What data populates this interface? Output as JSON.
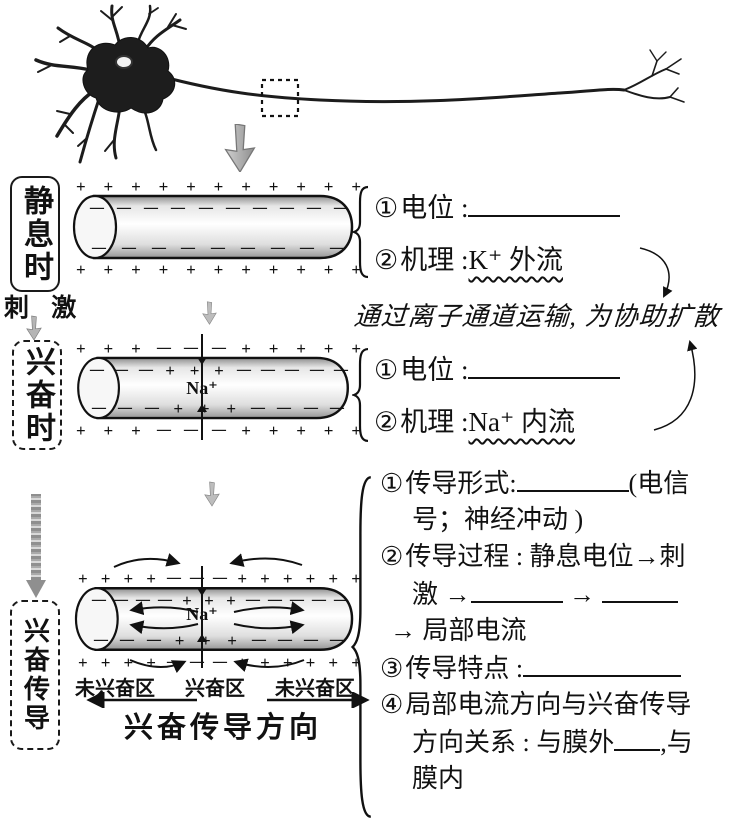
{
  "palette": {
    "ink": "#111111",
    "grey_arrow": "#b3b3b3",
    "shade": "#9a9a9a"
  },
  "resting": {
    "label": "静息时",
    "item1_num": "①",
    "item1_label": "电位 :",
    "item2_num": "②",
    "item2_label": "机理 :",
    "item2_answer": "K⁺ 外流"
  },
  "stimulus_label": "刺 激",
  "note_text": "通过离子通道运输, 为协助扩散",
  "excited": {
    "label": "兴奋时",
    "ion": "Na⁺",
    "item1_num": "①",
    "item1_label": "电位 :",
    "item2_num": "②",
    "item2_label": "机理 :",
    "item2_answer": "Na⁺ 内流"
  },
  "conduction": {
    "label": "兴奋传导",
    "ion": "Na⁺",
    "zones": [
      "未兴奋区",
      "兴奋区",
      "未兴奋区"
    ],
    "direction_label": "兴奋传导方向",
    "lines": [
      {
        "ind": 0,
        "num": "①",
        "segs": [
          {
            "t": "传导形式:"
          },
          {
            "b": 112
          },
          {
            "t": "(电信"
          }
        ]
      },
      {
        "ind": 2,
        "segs": [
          {
            "t": "号；神经冲动 )"
          }
        ]
      },
      {
        "ind": 0,
        "num": "②",
        "segs": [
          {
            "t": "传导过程 : 静息电位→刺"
          }
        ]
      },
      {
        "ind": 2,
        "segs": [
          {
            "t": "激 →"
          },
          {
            "b": 92
          },
          {
            "t": " → "
          },
          {
            "b": 76
          }
        ]
      },
      {
        "ind": 1,
        "segs": [
          {
            "t": "→ 局部电流"
          }
        ]
      },
      {
        "ind": 0,
        "num": "③",
        "segs": [
          {
            "t": "传导特点 :"
          },
          {
            "b": 158
          }
        ]
      },
      {
        "ind": 0,
        "num": "④",
        "segs": [
          {
            "t": "局部电流方向与兴奋传导"
          }
        ]
      },
      {
        "ind": 2,
        "segs": [
          {
            "t": "方向关系 : 与膜外"
          },
          {
            "b": 46
          },
          {
            "t": ",与"
          }
        ]
      },
      {
        "ind": 2,
        "segs": [
          {
            "t": "膜内"
          }
        ]
      }
    ]
  },
  "charges": {
    "rest_top_out": [
      "+",
      "+",
      "+",
      "+",
      "+",
      "+",
      "+",
      "+",
      "+",
      "+",
      "+"
    ],
    "rest_top_in": [
      "−",
      "−",
      "−",
      "−",
      "−",
      "−",
      "−",
      "−",
      "−",
      "−"
    ],
    "rest_bottom_in": [
      "−",
      "−",
      "−",
      "−",
      "−",
      "−",
      "−",
      "−",
      "−"
    ],
    "rest_bottom_out": [
      "+",
      "+",
      "+",
      "+",
      "+",
      "+",
      "+",
      "+",
      "+",
      "+",
      "+"
    ],
    "exc_top_out": [
      "+",
      "+",
      "+",
      "−",
      "−",
      "−",
      "+",
      "+",
      "+",
      "+",
      "+"
    ],
    "exc_top_in": [
      "−",
      "−",
      "−",
      "+",
      "+",
      "+",
      "−",
      "−",
      "−",
      "−",
      "−"
    ],
    "exc_bottom_in": [
      "−",
      "−",
      "−",
      "+",
      "+",
      "+",
      "−",
      "−",
      "−",
      "−"
    ],
    "exc_bottom_out": [
      "+",
      "+",
      "+",
      "−",
      "−",
      "−",
      "+",
      "+",
      "+",
      "+",
      "+"
    ],
    "cond_top_out": [
      "+",
      "+",
      "+",
      "+",
      "−",
      "−",
      "−",
      "+",
      "+",
      "+",
      "+",
      "+",
      "+"
    ],
    "cond_top_in": [
      "−",
      "−",
      "−",
      "−",
      "+",
      "+",
      "+",
      "−",
      "−",
      "−",
      "−",
      "−"
    ],
    "cond_bottom_in": [
      "−",
      "−",
      "−",
      "+",
      "+",
      "+",
      "−",
      "−",
      "−",
      "−"
    ],
    "cond_bottom_out": [
      "+",
      "+",
      "+",
      "+",
      "−",
      "−",
      "−",
      "+",
      "+",
      "+",
      "+",
      "+",
      "+"
    ]
  }
}
